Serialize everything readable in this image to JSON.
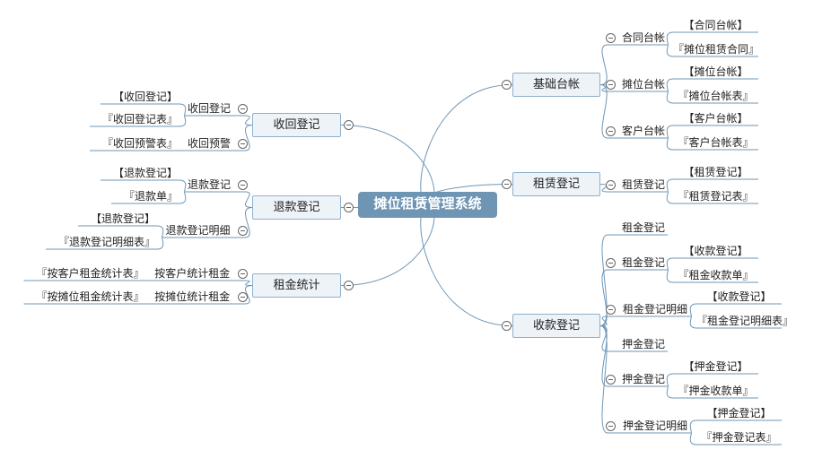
{
  "root": "摊位租赁管理系统",
  "right": [
    {
      "label": "基础台帐",
      "subs": [
        {
          "label": "合同台帐",
          "leaves": [
            "【合同台帐】",
            "『摊位租赁合同』"
          ]
        },
        {
          "label": "摊位台帐",
          "leaves": [
            "【摊位台帐】",
            "『摊位台帐表』"
          ]
        },
        {
          "label": "客户台帐",
          "leaves": [
            "【客户台帐】",
            "『客户台帐表』"
          ]
        }
      ]
    },
    {
      "label": "租赁登记",
      "subs": [
        {
          "label": "租赁登记",
          "leaves": [
            "【租赁登记】",
            "『租赁登记表』"
          ]
        }
      ]
    },
    {
      "label": "收款登记",
      "subs": [
        {
          "label": "租金登记",
          "leaves": []
        },
        {
          "label": "租金登记",
          "leaves": [
            "【收款登记】",
            "『租金收款单』"
          ]
        },
        {
          "label": "租金登记明细",
          "leaves": [
            "【收款登记】",
            "『租金登记明细表』"
          ]
        },
        {
          "label": "押金登记",
          "leaves": []
        },
        {
          "label": "押金登记",
          "leaves": [
            "【押金登记】",
            "『押金收款单』"
          ]
        },
        {
          "label": "押金登记明细",
          "leaves": [
            "【押金登记】",
            "『押金登记表』"
          ]
        }
      ]
    }
  ],
  "left": [
    {
      "label": "收回登记",
      "subs": [
        {
          "label": "收回登记",
          "leaves": [
            "【收回登记】",
            "『收回登记表』"
          ]
        },
        {
          "label": "收回预警",
          "leaves": [
            "『收回预警表』"
          ]
        }
      ]
    },
    {
      "label": "退款登记",
      "subs": [
        {
          "label": "退款登记",
          "leaves": [
            "【退款登记】",
            "『退款单』"
          ]
        },
        {
          "label": "退款登记明细",
          "leaves": [
            "【退款登记】",
            "『退款登记明细表』"
          ]
        }
      ]
    },
    {
      "label": "租金统计",
      "subs": [
        {
          "label": "按客户统计租金",
          "leaves": [
            "『按客户租金统计表』"
          ]
        },
        {
          "label": "按摊位统计租金",
          "leaves": [
            "『按摊位租金统计表』"
          ]
        }
      ]
    }
  ]
}
